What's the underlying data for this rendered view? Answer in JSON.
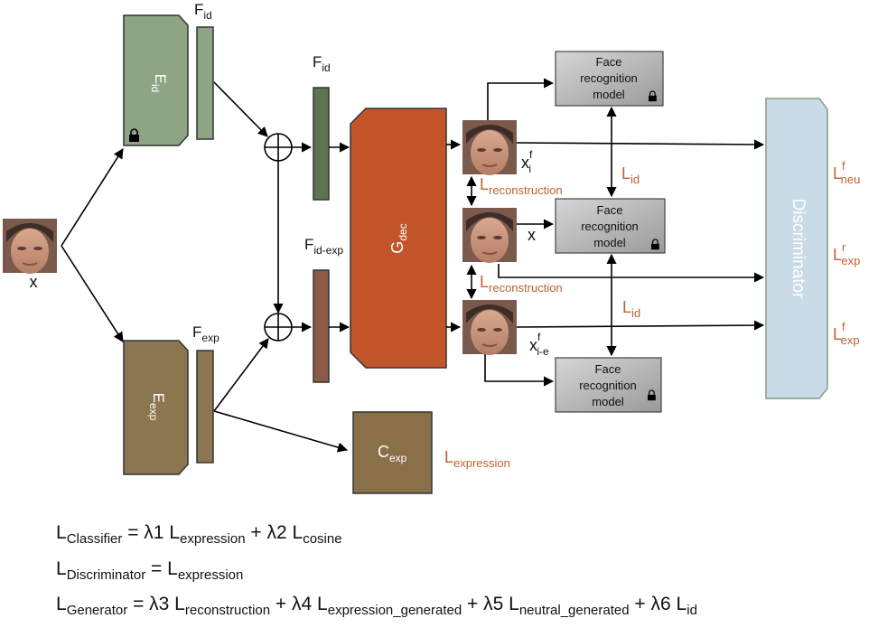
{
  "input": {
    "label": "x"
  },
  "encoders": {
    "id": {
      "name": "E",
      "sub": "id",
      "feature_name": "F",
      "feature_sub": "id"
    },
    "exp": {
      "name": "E",
      "sub": "exp",
      "feature_name": "F",
      "feature_sub": "exp"
    }
  },
  "fused_features": {
    "id": {
      "name": "F",
      "sub": "id"
    },
    "id_exp": {
      "name": "F",
      "sub": "id-exp"
    }
  },
  "generator": {
    "name": "G",
    "sub": "dec"
  },
  "classifier": {
    "name": "C",
    "sub": "exp"
  },
  "outputs": {
    "top": {
      "name": "x",
      "sup": "f",
      "sub": "i"
    },
    "mid": {
      "name": "x"
    },
    "bottom": {
      "name": "x",
      "sup": "f",
      "sub": "i-e"
    }
  },
  "face_recognition": {
    "line1": "Face",
    "line2": "recognition",
    "line3": "model"
  },
  "discriminator": {
    "label": "Discriminator"
  },
  "losses": {
    "reconstruction_1": {
      "name": "L",
      "sub": "reconstruction"
    },
    "reconstruction_2": {
      "name": "L",
      "sub": "reconstruction"
    },
    "id_1": {
      "name": "L",
      "sub": "id"
    },
    "id_2": {
      "name": "L",
      "sub": "id"
    },
    "expression": {
      "name": "L",
      "sub": "expression"
    },
    "neu_fake": {
      "name": "L",
      "sup": "f",
      "sub": "neu"
    },
    "exp_real": {
      "name": "L",
      "sup": "r",
      "sub": "exp"
    },
    "exp_fake": {
      "name": "L",
      "sup": "f",
      "sub": "exp"
    }
  },
  "formulas": {
    "classifier": {
      "lhs": "Classifier",
      "eq": " = λ1 L",
      "t1": "expression",
      "plus1": " + λ2 L",
      "t2": "cosine"
    },
    "discriminator": {
      "lhs": "Discriminator",
      "eq": " = L",
      "t1": "expression"
    },
    "generator": {
      "lhs": "Generator",
      "eq": " = λ3 L",
      "t1": "reconstruction",
      "p1": " + λ4 L",
      "t2": "expression_generated",
      "p2": " + λ5 L",
      "t3": "neutral_generated",
      "p3": " + λ6 L",
      "t4": "id"
    }
  },
  "colors": {
    "encoder_id": "#8ea585",
    "encoder_exp": "#8c7650",
    "feature_id": "#5e7350",
    "feature_exp": "#8b5a48",
    "generator": "#c2562a",
    "classifier": "#8a7048",
    "face_recognition": "#a8a8a8",
    "discriminator": "#c9dbe7",
    "loss_text": "#c0622e"
  }
}
